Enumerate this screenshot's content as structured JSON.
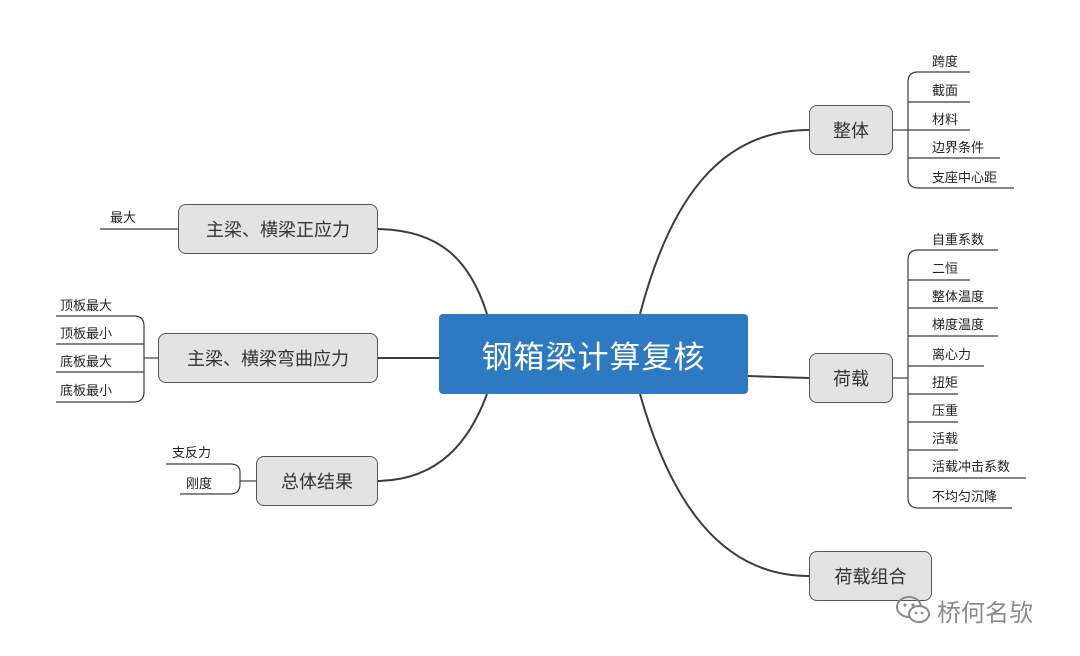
{
  "root": {
    "label": "钢箱梁计算复核"
  },
  "left_branches": [
    {
      "label": "主梁、横梁正应力",
      "leaves": [
        "最大"
      ]
    },
    {
      "label": "主梁、横梁弯曲应力",
      "leaves": [
        "顶板最大",
        "顶板最小",
        "底板最大",
        "底板最小"
      ]
    },
    {
      "label": "总体结果",
      "leaves": [
        "支反力",
        "刚度"
      ]
    }
  ],
  "right_branches": [
    {
      "label": "整体",
      "leaves": [
        "跨度",
        "截面",
        "材料",
        "边界条件",
        "支座中心距"
      ]
    },
    {
      "label": "荷载",
      "leaves": [
        "自重系数",
        "二恒",
        "整体温度",
        "梯度温度",
        "离心力",
        "扭矩",
        "压重",
        "活载",
        "活载冲击系数",
        "不均匀沉降"
      ]
    },
    {
      "label": "荷载组合",
      "leaves": []
    }
  ],
  "watermark": {
    "text": "桥何名欤",
    "icon": "wechat-icon"
  },
  "colors": {
    "root_fill": "#2e7ac2",
    "node_fill": "#e3e3e3",
    "line": "#3c3c3c"
  }
}
